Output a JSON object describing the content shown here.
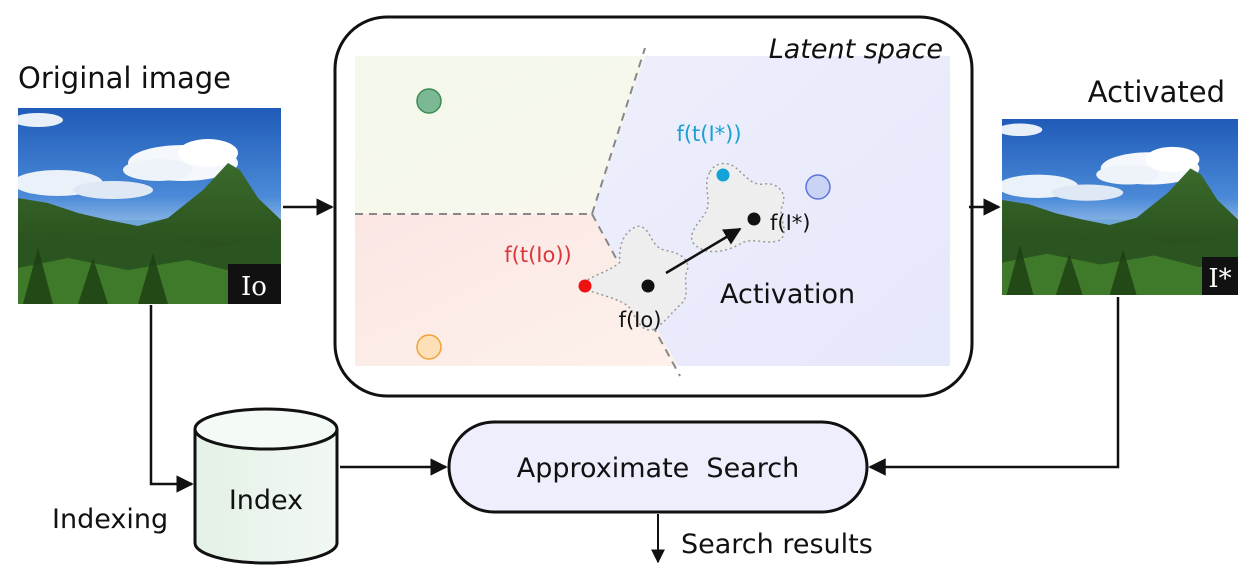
{
  "labels": {
    "original_image": "Original image",
    "activated": "Activated",
    "latent_space": "Latent space",
    "index": "Index",
    "indexing": "Indexing",
    "approximate_search": "Approximate  Search",
    "search_results": "Search results",
    "io_badge": "Io",
    "istar_badge": "I*",
    "f_t_io": "f(t(Io))",
    "f_io": "f(Io)",
    "f_t_istar": "f(t(I*))",
    "f_istar": "f(I*)",
    "activation": "Activation"
  },
  "colors": {
    "red_point": "#ee1111",
    "blue_point": "#13a3d6",
    "red_label": "#d9363e",
    "blue_label": "#1ba0d2",
    "search_fill": "#eeeefc",
    "index_fill": "#ecf5ee"
  }
}
